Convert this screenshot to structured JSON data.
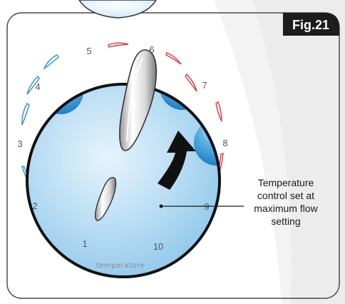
{
  "figure": {
    "label": "Fig.21"
  },
  "dial": {
    "numbers": [
      "1",
      "2",
      "3",
      "4",
      "5",
      "6",
      "7",
      "8",
      "9",
      "10"
    ],
    "caption": "temperature"
  },
  "callout": {
    "lines": [
      "Temperature",
      "control set at",
      "maximum flow",
      "setting"
    ]
  },
  "colors": {
    "panel_border": "#4a4a4a",
    "fig_badge": "#1c1c1c",
    "cold_marks": "#2a8fd6",
    "hot_marks": "#e0353b",
    "dial_face": "#b9ddf4",
    "dial_rim": "#111111",
    "arrow": "#111111"
  }
}
